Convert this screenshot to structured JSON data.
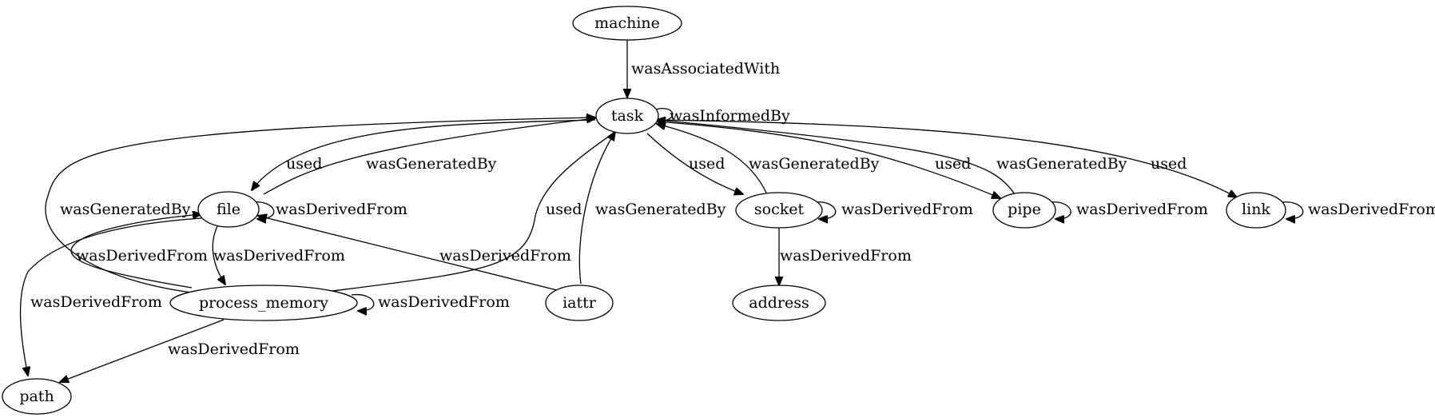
{
  "nodes": {
    "machine": "machine",
    "task": "task",
    "file": "file",
    "socket": "socket",
    "pipe": "pipe",
    "link": "link",
    "process_memory": "process_memory",
    "iattr": "iattr",
    "address": "address",
    "path": "path"
  },
  "edges": [
    {
      "from": "machine",
      "to": "task",
      "label": "wasAssociatedWith"
    },
    {
      "from": "task",
      "to": "task",
      "label": "wasInformedBy"
    },
    {
      "from": "task",
      "to": "file",
      "label": "used"
    },
    {
      "from": "file",
      "to": "task",
      "label": "wasGeneratedBy"
    },
    {
      "from": "process_memory",
      "to": "task",
      "label": "wasGeneratedBy"
    },
    {
      "from": "task",
      "to": "process_memory",
      "label": "used"
    },
    {
      "from": "iattr",
      "to": "task",
      "label": "wasGeneratedBy"
    },
    {
      "from": "task",
      "to": "socket",
      "label": "used"
    },
    {
      "from": "socket",
      "to": "task",
      "label": "wasGeneratedBy"
    },
    {
      "from": "task",
      "to": "pipe",
      "label": "used"
    },
    {
      "from": "pipe",
      "to": "task",
      "label": "wasGeneratedBy"
    },
    {
      "from": "task",
      "to": "link",
      "label": "used"
    },
    {
      "from": "file",
      "to": "file",
      "label": "wasDerivedFrom"
    },
    {
      "from": "socket",
      "to": "socket",
      "label": "wasDerivedFrom"
    },
    {
      "from": "pipe",
      "to": "pipe",
      "label": "wasDerivedFrom"
    },
    {
      "from": "link",
      "to": "link",
      "label": "wasDerivedFrom"
    },
    {
      "from": "process_memory",
      "to": "file",
      "label": "wasDerivedFrom"
    },
    {
      "from": "file",
      "to": "process_memory",
      "label": "wasDerivedFrom"
    },
    {
      "from": "file",
      "to": "path",
      "label": "wasDerivedFrom"
    },
    {
      "from": "iattr",
      "to": "file",
      "label": "wasDerivedFrom"
    },
    {
      "from": "process_memory",
      "to": "process_memory",
      "label": "wasDerivedFrom"
    },
    {
      "from": "process_memory",
      "to": "path",
      "label": "wasDerivedFrom"
    },
    {
      "from": "socket",
      "to": "address",
      "label": "wasDerivedFrom"
    }
  ]
}
